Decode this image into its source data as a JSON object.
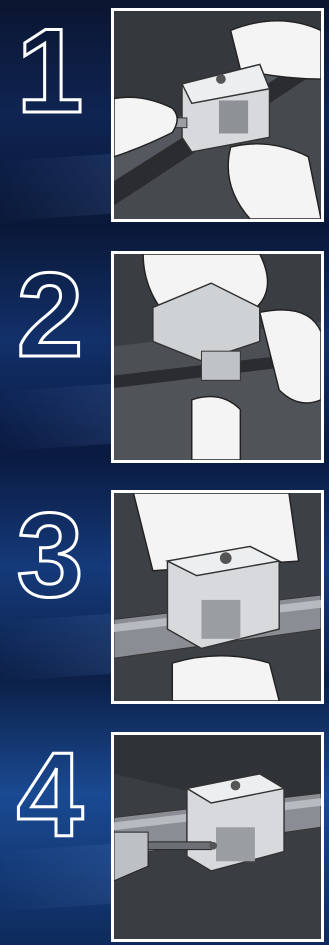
{
  "steps": [
    {
      "number": "1",
      "illustration": "screw-tightening-on-rail-icon"
    },
    {
      "number": "2",
      "illustration": "clamp-fitting-onto-rail-icon"
    },
    {
      "number": "3",
      "illustration": "clamp-pressed-over-tube-icon"
    },
    {
      "number": "4",
      "illustration": "screwdriver-securing-clamp-icon"
    }
  ],
  "colors": {
    "background_dark": "#0a1838",
    "background_light": "#1a4a92",
    "panel_border": "#ffffff",
    "number_outline": "#ffffff"
  }
}
